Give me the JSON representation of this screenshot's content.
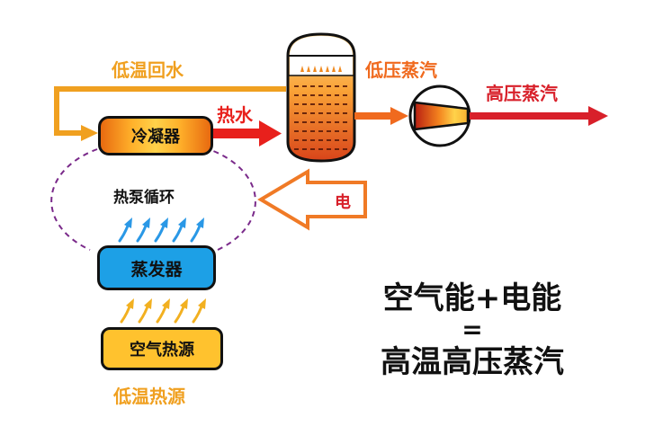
{
  "labels": {
    "low_temp_return_water": "低温回水",
    "hot_water": "热水",
    "low_pressure_steam": "低压蒸汽",
    "high_pressure_steam": "高压蒸汽",
    "heat_pump_cycle": "热泵循环",
    "electricity": "电",
    "low_temp_heat_source": "低温热源"
  },
  "components": {
    "condenser": "冷凝器",
    "evaporator": "蒸发器",
    "air_heat_source": "空气热源"
  },
  "equation": {
    "line1": "空气能+电能",
    "line2": "=",
    "line3": "高温高压蒸汽"
  },
  "colors": {
    "return_water": "#f0a020",
    "hot_water": "#e8201c",
    "low_pressure_steam": "#f06a1e",
    "high_pressure_steam": "#d8202a",
    "electricity": "#f07a26",
    "cycle_dash": "#7a2a8a",
    "evaporator": "#1da0e6",
    "heat_rising_blue": "#2a98e6",
    "heat_rising_yellow": "#f2b020"
  }
}
